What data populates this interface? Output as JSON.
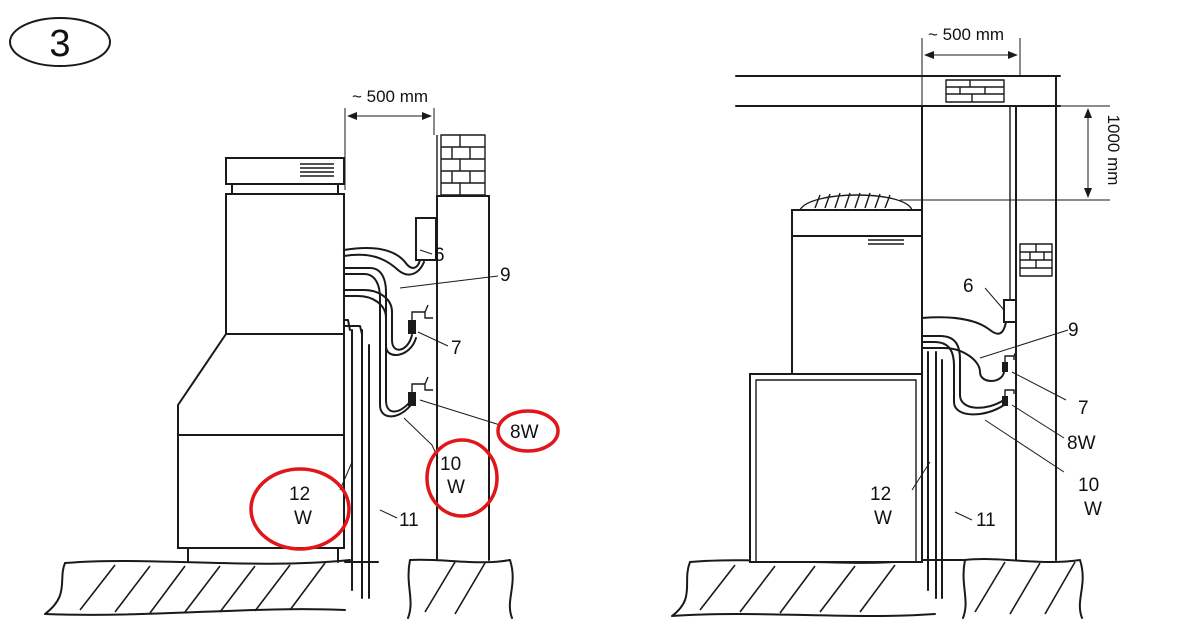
{
  "step_number": "3",
  "left_view": {
    "dimension_label": "~ 500 mm",
    "labels": {
      "n6": "6",
      "n9": "9",
      "n7": "7",
      "n8w": "8W",
      "n10": "10",
      "n10w": "W",
      "n11": "11",
      "n12": "12",
      "n12w": "W"
    },
    "highlighted": [
      "8W",
      "10 W",
      "12 W"
    ],
    "highlight_color": "#e0161b"
  },
  "right_view": {
    "dimension_label": "~ 500 mm",
    "height_label": "1000 mm",
    "labels": {
      "n6": "6",
      "n9": "9",
      "n7": "7",
      "n8w": "8W",
      "n10": "10",
      "n10w": "W",
      "n11": "11",
      "n12": "12",
      "n12w": "W"
    }
  }
}
